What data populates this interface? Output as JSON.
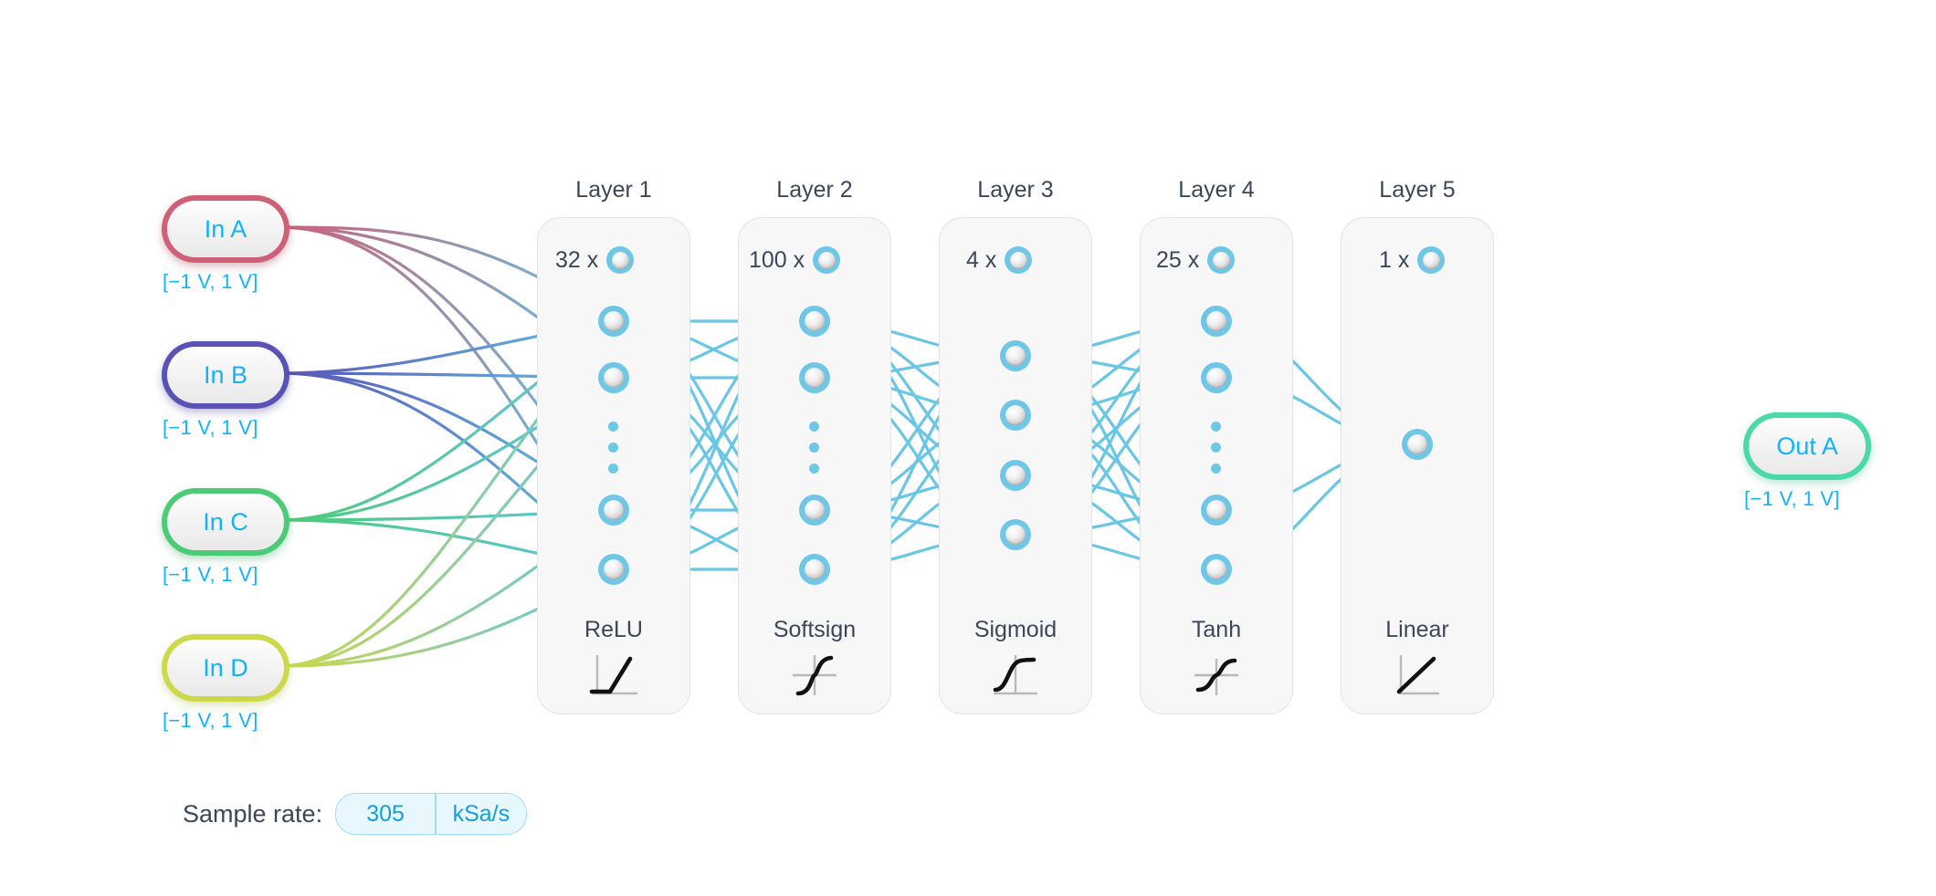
{
  "inputs": [
    {
      "name": "input-a",
      "label": "In A",
      "range": "[−1 V, 1 V]",
      "color": "#cf5f77"
    },
    {
      "name": "input-b",
      "label": "In B",
      "range": "[−1 V, 1 V]",
      "color": "#5a53b5"
    },
    {
      "name": "input-c",
      "label": "In C",
      "range": "[−1 V, 1 V]",
      "color": "#4ccb76"
    },
    {
      "name": "input-d",
      "label": "In D",
      "range": "[−1 V, 1 V]",
      "color": "#cbd94a"
    }
  ],
  "outputs": [
    {
      "name": "output-a",
      "label": "Out A",
      "range": "[−1 V, 1 V]",
      "color": "#4cd9a8"
    }
  ],
  "layers": [
    {
      "title": "Layer 1",
      "count": "32 x",
      "activation": "ReLU",
      "icon": "relu-icon"
    },
    {
      "title": "Layer 2",
      "count": "100 x",
      "activation": "Softsign",
      "icon": "softsign-icon"
    },
    {
      "title": "Layer 3",
      "count": "4 x",
      "activation": "Sigmoid",
      "icon": "sigmoid-icon"
    },
    {
      "title": "Layer 4",
      "count": "25 x",
      "activation": "Tanh",
      "icon": "tanh-icon"
    },
    {
      "title": "Layer 5",
      "count": "1 x",
      "activation": "Linear",
      "icon": "linear-icon"
    }
  ],
  "sample_rate": {
    "label": "Sample rate:",
    "value": "305",
    "unit": "kSa/s"
  },
  "colors": {
    "neuron_ring": "#6ec7e6",
    "edge_cyan": "#62c3e3",
    "panel_fill": "#f7f7f8",
    "panel_border": "#e3e3e5",
    "text_dark": "#3d4659",
    "text_cyan": "#10b4f8"
  }
}
